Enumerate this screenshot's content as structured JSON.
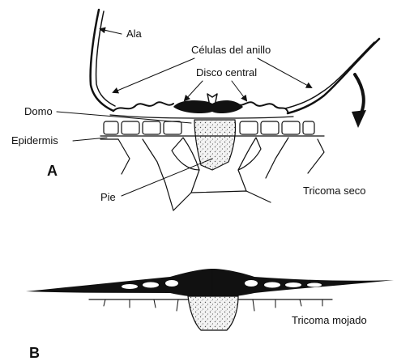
{
  "figure": {
    "panel_a": {
      "letter": "A",
      "caption": "Tricoma seco",
      "labels": {
        "ala": "Ala",
        "celulas_anillo": "Células del anillo",
        "disco_central": "Disco central",
        "domo": "Domo",
        "epidermis": "Epidermis",
        "pie": "Pie"
      }
    },
    "panel_b": {
      "letter": "B",
      "caption": "Tricoma mojado"
    }
  },
  "colors": {
    "ink": "#111111",
    "background": "#ffffff",
    "stipple": "#555555"
  }
}
